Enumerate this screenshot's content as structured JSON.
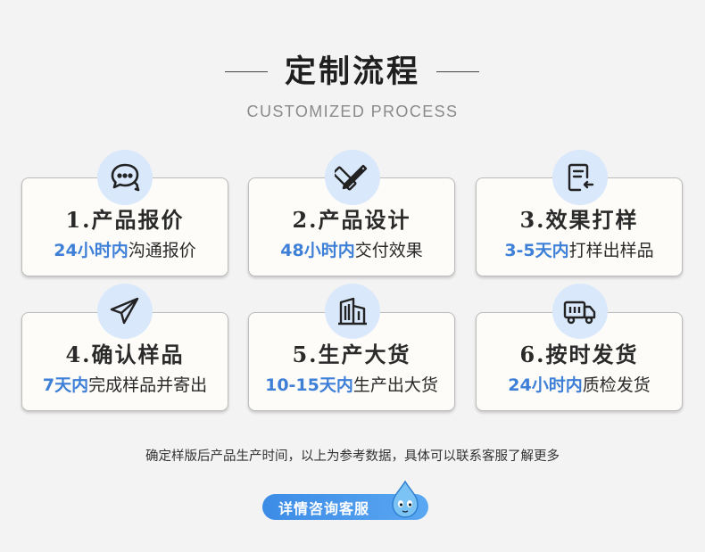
{
  "header": {
    "title": "定制流程",
    "subtitle": "CUSTOMIZED PROCESS"
  },
  "steps": [
    {
      "title": "1.产品报价",
      "highlight": "24小时内",
      "text": "沟通报价",
      "icon": "chat-bubbles-icon"
    },
    {
      "title": "2.产品设计",
      "highlight": "48小时内",
      "text": "交付效果",
      "icon": "pencil-ruler-icon"
    },
    {
      "title": "3.效果打样",
      "highlight": "3-5天内",
      "text": "打样出样品",
      "icon": "document-edit-icon"
    },
    {
      "title": "4.确认样品",
      "highlight": "7天内",
      "text": "完成样品并寄出",
      "icon": "paper-plane-icon"
    },
    {
      "title": "5.生产大货",
      "highlight": "10-15天内",
      "text": "生产出大货",
      "icon": "factory-building-icon"
    },
    {
      "title": "6.按时发货",
      "highlight": "24小时内",
      "text": "质检发货",
      "icon": "delivery-truck-icon"
    }
  ],
  "note": "确定样版后产品生产时间，以上为参考数据，具体可以联系客服了解更多",
  "cta": {
    "label": "详情咨询客服"
  },
  "colors": {
    "accent": "#3e7fd8",
    "icon_bg": "#d9e8fb",
    "card_bg": "#fdfcf8"
  }
}
